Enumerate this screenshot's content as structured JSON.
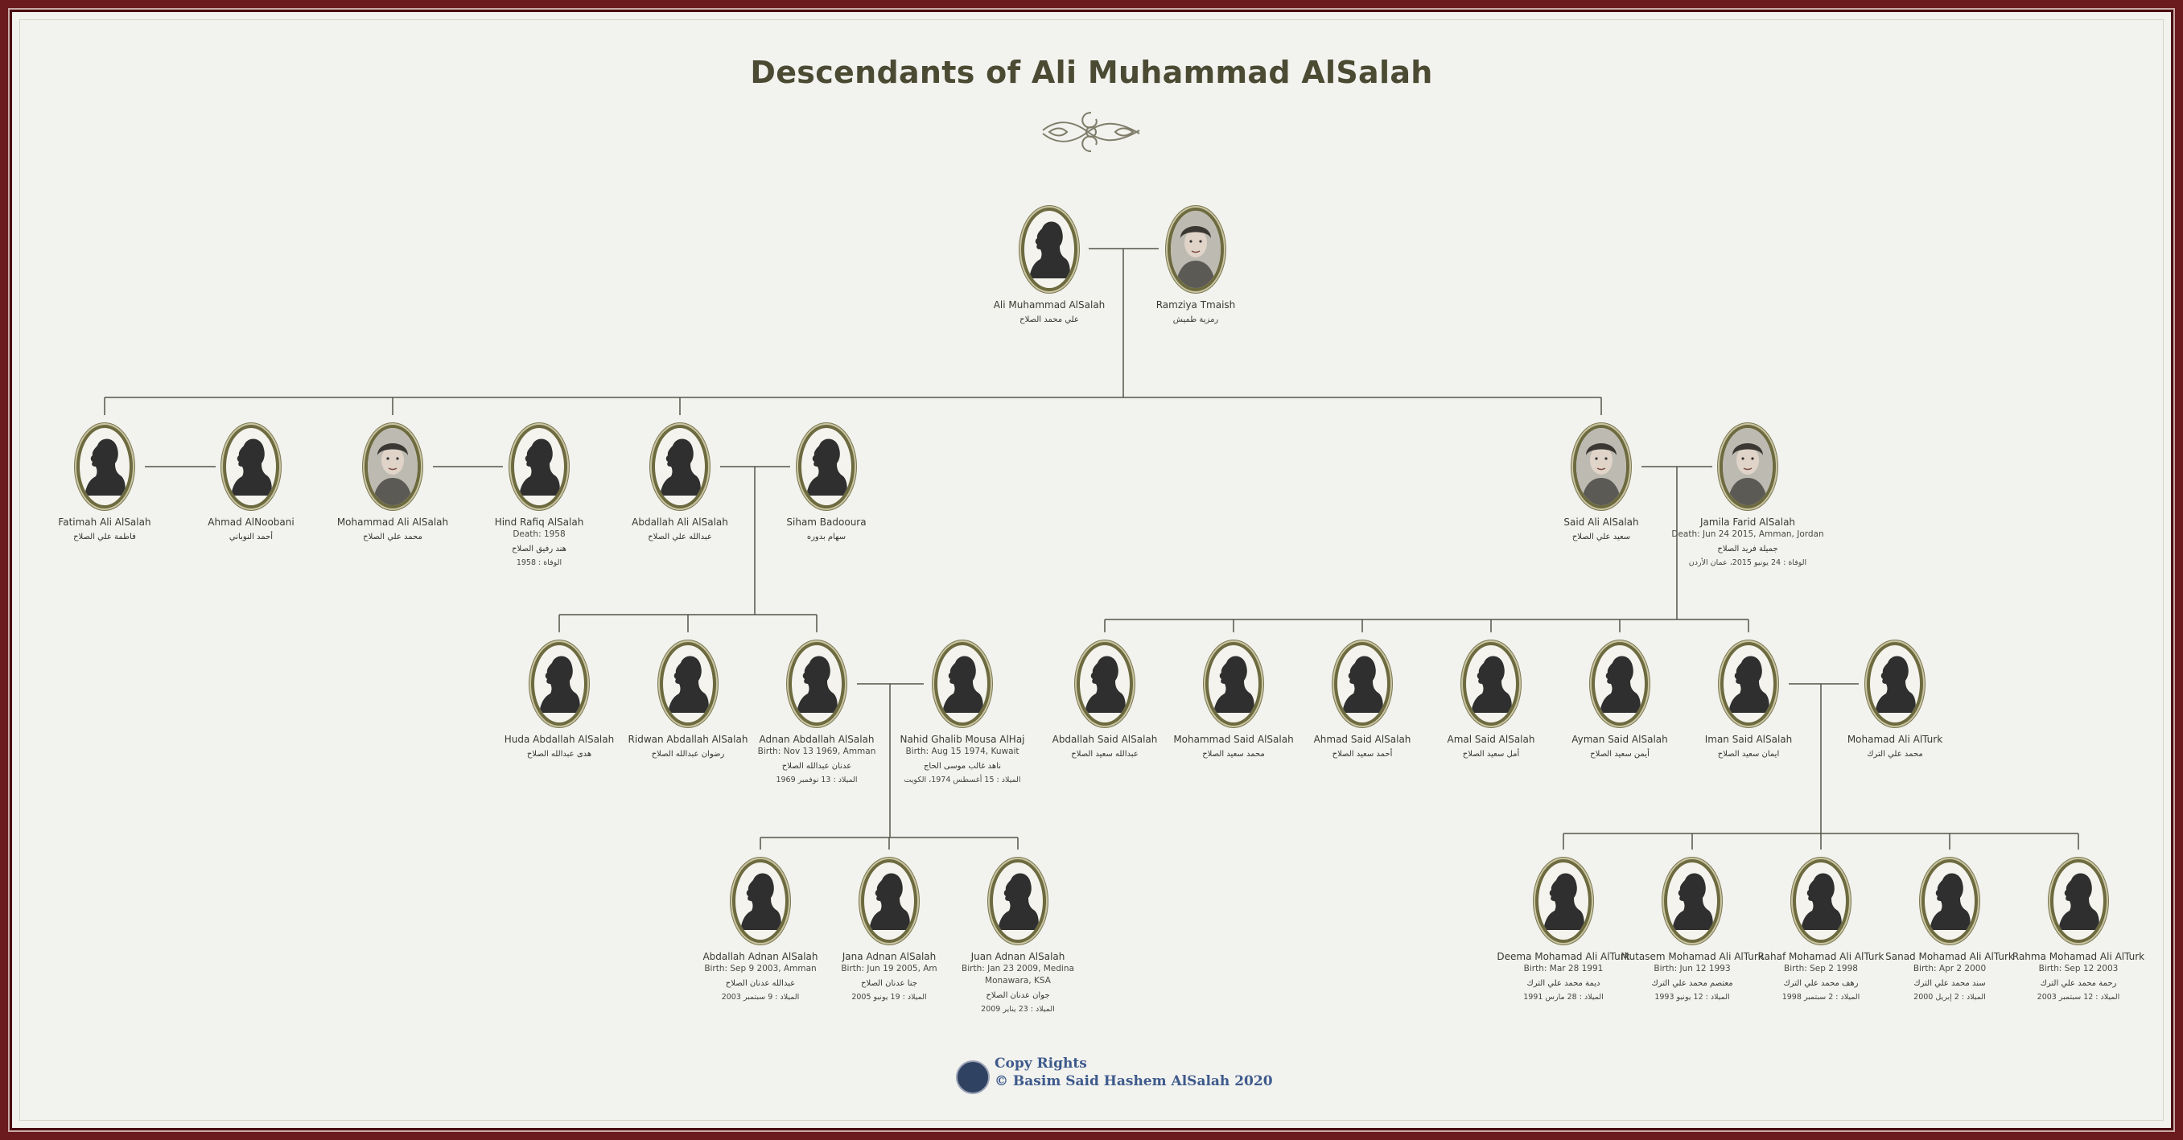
{
  "title": "Descendants of Ali Muhammad AlSalah",
  "copyright": {
    "line1": "Copy Rights",
    "line2": "© Basim Said Hashem AlSalah 2020"
  },
  "people": {
    "ali": {
      "name": "Ali Muhammad AlSalah",
      "ar": "علي محمد الصلاح",
      "photo": false
    },
    "ramziya": {
      "name": "Ramziya Tmaish",
      "ar": "رمزية طميش",
      "photo": true
    },
    "fatimah": {
      "name": "Fatimah Ali AlSalah",
      "ar": "فاطمة علي الصلاح",
      "photo": false
    },
    "ahmadn": {
      "name": "Ahmad AlNoobani",
      "ar": "أحمد النوباني",
      "photo": false
    },
    "mohammad": {
      "name": "Mohammad Ali AlSalah",
      "ar": "محمد علي الصلاح",
      "photo": true
    },
    "hind": {
      "name": "Hind Rafiq AlSalah",
      "info": "Death: 1958",
      "ar": "هند رفيق الصلاح",
      "arinfo": "الوفاة : 1958",
      "photo": false
    },
    "abdallah": {
      "name": "Abdallah Ali AlSalah",
      "ar": "عبدالله علي الصلاح",
      "photo": false
    },
    "siham": {
      "name": "Siham Badooura",
      "ar": "سهام بدوره",
      "photo": false
    },
    "said": {
      "name": "Said Ali AlSalah",
      "ar": "سعيد علي الصلاح",
      "photo": true
    },
    "jamila": {
      "name": "Jamila Farid AlSalah",
      "info": "Death: Jun 24 2015, Amman, Jordan",
      "ar": "جميلة فريد الصلاح",
      "arinfo": "الوفاة : 24 يونيو 2015، عمان الأردن",
      "photo": true
    },
    "huda": {
      "name": "Huda Abdallah AlSalah",
      "ar": "هدى عبدالله الصلاح",
      "photo": false
    },
    "ridwan": {
      "name": "Ridwan Abdallah AlSalah",
      "ar": "رضوان عبدالله الصلاح",
      "photo": false
    },
    "adnan": {
      "name": "Adnan Abdallah AlSalah",
      "info": "Birth: Nov 13 1969, Amman",
      "ar": "عدنان عبدالله الصلاح",
      "arinfo": "الميلاد : 13 نوفمبر 1969",
      "photo": false
    },
    "nahid": {
      "name": "Nahid Ghalib Mousa AlHaj",
      "info": "Birth: Aug 15 1974, Kuwait",
      "ar": "ناهد غالب موسى الحاج",
      "arinfo": "الميلاد : 15 أغسطس 1974، الكويت",
      "photo": false
    },
    "abdallahs": {
      "name": "Abdallah Said AlSalah",
      "ar": "عبدالله سعيد الصلاح",
      "photo": false
    },
    "mohammads": {
      "name": "Mohammad Said AlSalah",
      "ar": "محمد سعيد الصلاح",
      "photo": false
    },
    "ahmads": {
      "name": "Ahmad Said AlSalah",
      "ar": "أحمد سعيد الصلاح",
      "photo": false
    },
    "amal": {
      "name": "Amal Said AlSalah",
      "ar": "أمل سعيد الصلاح",
      "photo": false
    },
    "ayman": {
      "name": "Ayman Said AlSalah",
      "ar": "أيمن سعيد الصلاح",
      "photo": false
    },
    "iman": {
      "name": "Iman Said AlSalah",
      "ar": "ايمان سعيد الصلاح",
      "photo": false
    },
    "mturk": {
      "name": "Mohamad Ali AlTurk",
      "ar": "محمد علي الترك",
      "photo": false
    },
    "abdallaha": {
      "name": "Abdallah Adnan AlSalah",
      "info": "Birth: Sep 9 2003, Amman",
      "ar": "عبدالله عدنان الصلاح",
      "arinfo": "الميلاد : 9 سبتمبر 2003",
      "photo": false
    },
    "jana": {
      "name": "Jana Adnan AlSalah",
      "info": "Birth: Jun 19 2005, Am",
      "ar": "جنا عدنان الصلاح",
      "arinfo": "الميلاد : 19 يونيو 2005",
      "photo": false
    },
    "juan": {
      "name": "Juan Adnan AlSalah",
      "info": "Birth: Jan 23 2009, Medina Monawara, KSA",
      "ar": "جوان عدنان الصلاح",
      "arinfo": "الميلاد : 23 يناير 2009",
      "photo": false
    },
    "deema": {
      "name": "Deema Mohamad Ali AlTurk",
      "info": "Birth: Mar 28 1991",
      "ar": "ديمة محمد علي الترك",
      "arinfo": "الميلاد : 28 مارس 1991",
      "photo": false
    },
    "mutasem": {
      "name": "Mutasem Mohamad Ali AlTurk",
      "info": "Birth: Jun 12 1993",
      "ar": "معتصم محمد علي الترك",
      "arinfo": "الميلاد : 12 يونيو 1993",
      "photo": false
    },
    "rahaf": {
      "name": "Rahaf Mohamad Ali AlTurk",
      "info": "Birth: Sep 2 1998",
      "ar": "رهف محمد علي الترك",
      "arinfo": "الميلاد : 2 سبتمبر 1998",
      "photo": false
    },
    "sanad": {
      "name": "Sanad Mohamad Ali AlTurk",
      "info": "Birth: Apr 2 2000",
      "ar": "سند محمد علي الترك",
      "arinfo": "الميلاد : 2 إبريل 2000",
      "photo": false
    },
    "rahma": {
      "name": "Rahma Mohamad Ali AlTurk",
      "info": "Birth: Sep 12 2003",
      "ar": "رحمة محمد علي الترك",
      "arinfo": "الميلاد : 12 سبتمبر 2003",
      "photo": false
    }
  }
}
